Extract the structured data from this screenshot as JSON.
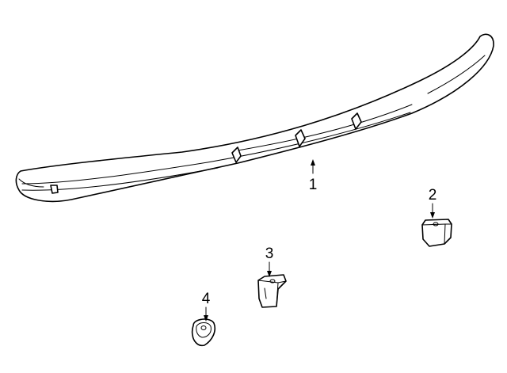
{
  "diagram": {
    "callouts": [
      {
        "id": "spoiler",
        "label": "1"
      },
      {
        "id": "bracket-right",
        "label": "2"
      },
      {
        "id": "bracket-center",
        "label": "3"
      },
      {
        "id": "bumper-pad",
        "label": "4"
      }
    ]
  }
}
